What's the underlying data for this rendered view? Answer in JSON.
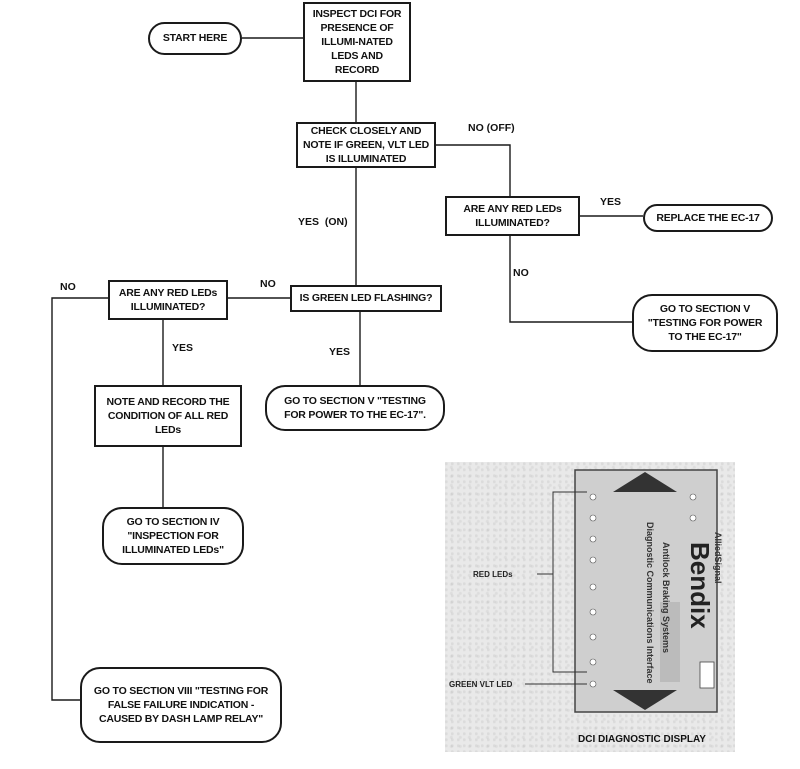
{
  "nodes": {
    "start": "START HERE",
    "inspect": "INSPECT DCI FOR PRESENCE OF ILLUMI-NATED LEDS AND RECORD",
    "check": "CHECK CLOSELY AND NOTE IF GREEN, VLT LED IS ILLUMINATED",
    "red_right": "ARE ANY RED LEDs ILLUMINATED?",
    "replace": "REPLACE THE EC-17",
    "section_v_right": "GO TO SECTION V \"TESTING FOR POWER TO THE EC-17\"",
    "flashing": "IS GREEN LED FLASHING?",
    "red_left": "ARE ANY RED LEDs ILLUMINATED?",
    "section_v_mid": "GO TO SECTION V \"TESTING FOR POWER TO THE EC-17\".",
    "note_record": "NOTE AND RECORD THE CONDITION OF ALL RED LEDs",
    "section_iv": "GO TO SECTION IV \"INSPECTION FOR ILLUMINATED LEDs\"",
    "section_viii": "GO TO SECTION VIII \"TESTING FOR FALSE FAILURE INDICATION - CAUSED BY DASH LAMP RELAY\""
  },
  "edge_labels": {
    "no_off": "NO (OFF)",
    "yes_on": "YES  (ON)",
    "yes_replace": "YES",
    "no_right": "NO",
    "no_flashing": "NO",
    "yes_flashing": "YES",
    "no_left": "NO",
    "yes_left": "YES"
  },
  "photo": {
    "caption": "DCI DIAGNOSTIC DISPLAY",
    "red_leds_label": "RED LEDs",
    "green_led_label": "GREEN VLT LED",
    "brand": "Bendix",
    "brand_small": "AlliedSignal",
    "subtitle1": "Antilock Braking Systems",
    "subtitle2": "Diagnostic Communications Interface"
  }
}
